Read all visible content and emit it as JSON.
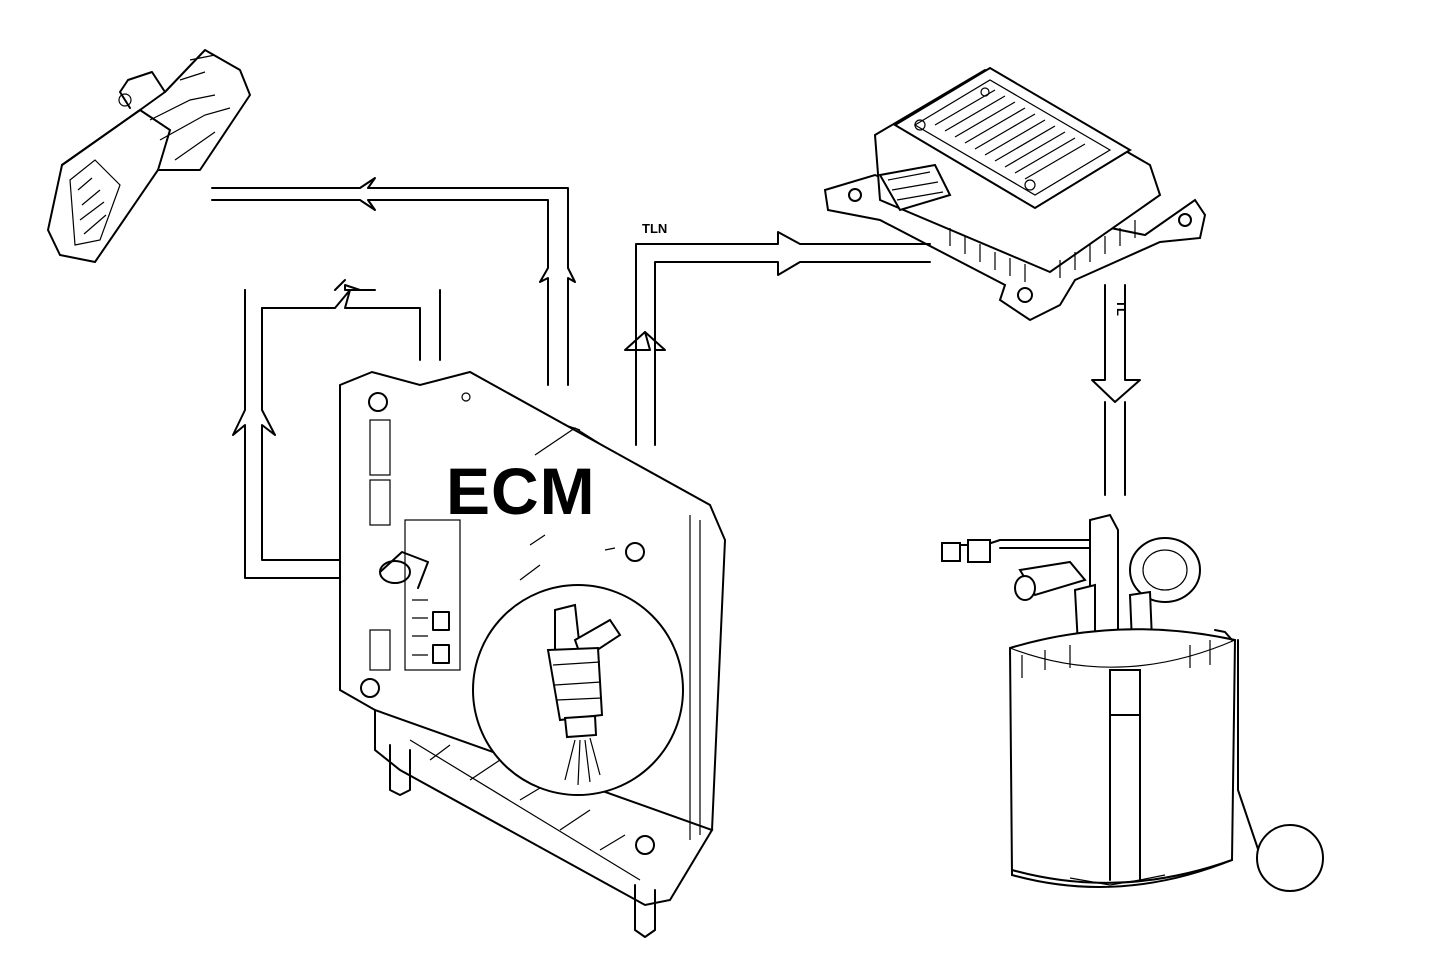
{
  "labels": {
    "ecm": "ECM",
    "signal_top": "TLN",
    "signal_vertical": "TL"
  },
  "components": [
    {
      "name": "sensor-connector",
      "icon": "sensor-connector-icon"
    },
    {
      "name": "ecm-unit",
      "icon": "ecm-unit-icon"
    },
    {
      "name": "control-module",
      "icon": "control-module-icon"
    },
    {
      "name": "fuel-pump",
      "icon": "fuel-pump-icon"
    },
    {
      "name": "fuel-injector",
      "icon": "fuel-injector-icon"
    }
  ],
  "colors": {
    "line": "#000000",
    "background": "#ffffff"
  }
}
